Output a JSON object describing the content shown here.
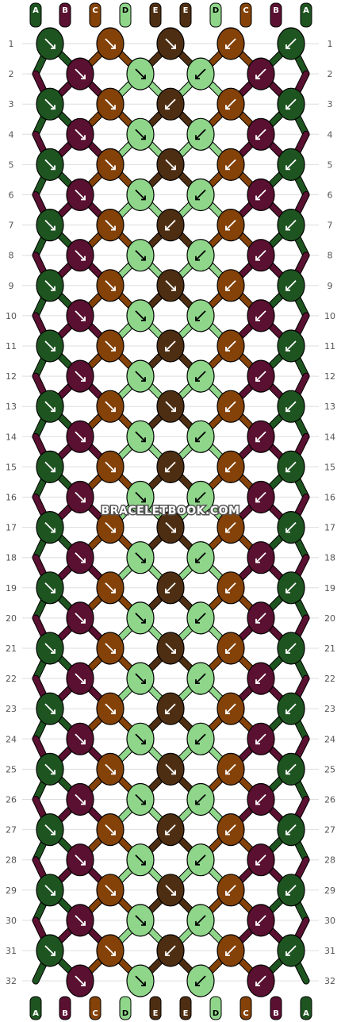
{
  "pattern": {
    "strand_labels": [
      "A",
      "B",
      "C",
      "D",
      "E",
      "E",
      "D",
      "C",
      "B",
      "A"
    ],
    "colors": {
      "A": "#1e5420",
      "B": "#5a1030",
      "C": "#844208",
      "D": "#8fd68a",
      "E": "#4e2e12"
    },
    "rows": 32,
    "watermark": "BRACELETBOOK.COM"
  }
}
